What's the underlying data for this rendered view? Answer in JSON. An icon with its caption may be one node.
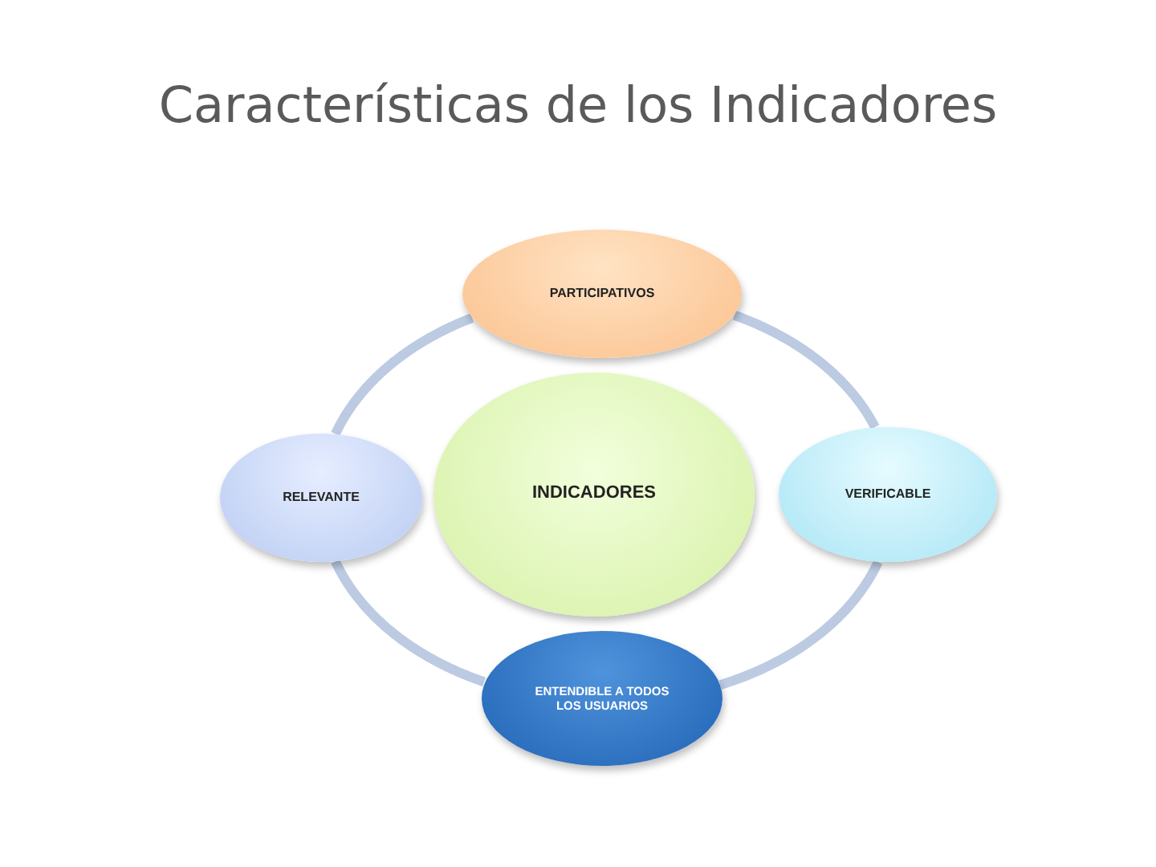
{
  "diagram": {
    "title": "Características de los Indicadores",
    "nodes": [
      {
        "text": [
          "PARTICIPATIVOS"
        ]
      },
      {
        "text": [
          "RELEVANTE"
        ]
      },
      {
        "text": [
          "INDICADORES"
        ]
      },
      {
        "text": [
          "VERIFICABLE"
        ]
      },
      {
        "text": [
          "ENTENDIBLE A TODOS LOS USUARIOS"
        ]
      }
    ],
    "edges": [
      {
        "from": 0,
        "to": 3,
        "arrow": "none"
      },
      {
        "from": 3,
        "to": 4,
        "arrow": "none"
      },
      {
        "from": 4,
        "to": 1,
        "arrow": "none"
      },
      {
        "from": 1,
        "to": 0,
        "arrow": "none"
      }
    ]
  }
}
